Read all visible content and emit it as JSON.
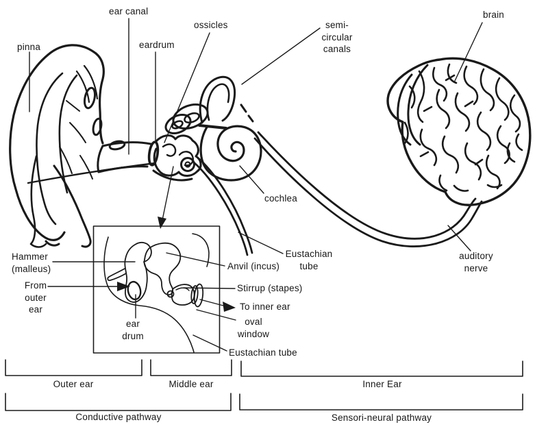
{
  "labels": {
    "pinna": "pinna",
    "ear_canal": "ear canal",
    "eardrum": "eardrum",
    "ossicles": "ossicles",
    "semicircular_canals": "semi-\ncircular\ncanals",
    "brain": "brain",
    "cochlea": "cochlea",
    "eustachian_tube": "Eustachian\ntube",
    "auditory_nerve": "auditory\nnerve"
  },
  "inset_labels": {
    "hammer": "Hammer\n(malleus)",
    "from_outer_ear": "From\nouter\near",
    "ear_drum": "ear\ndrum",
    "anvil": "Anvil (incus)",
    "stirrup": "Stirrup (stapes)",
    "to_inner_ear": "To inner ear",
    "oval_window": "oval\nwindow",
    "eustachian_tube_bottom": "Eustachian tube"
  },
  "section_brackets": {
    "outer_ear": "Outer ear",
    "middle_ear": "Middle ear",
    "inner_ear": "Inner Ear"
  },
  "pathway_brackets": {
    "conductive": "Conductive pathway",
    "sensori_neural": "Sensori-neural pathway"
  },
  "colors": {
    "ink": "#1a1a1a",
    "background": "#ffffff"
  }
}
